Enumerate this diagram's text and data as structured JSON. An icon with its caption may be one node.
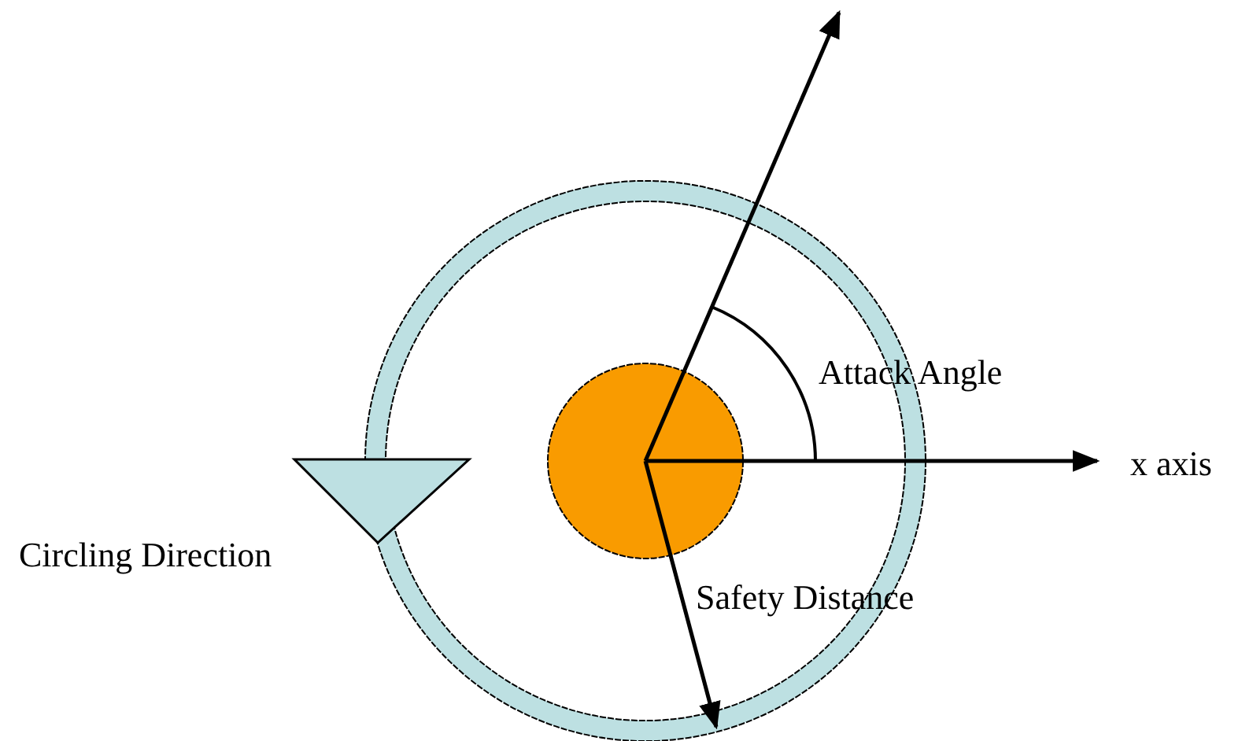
{
  "diagram": {
    "labels": [
      "Attack Angle",
      "x axis",
      "Circling Direction",
      "Safety Distance"
    ]
  }
}
